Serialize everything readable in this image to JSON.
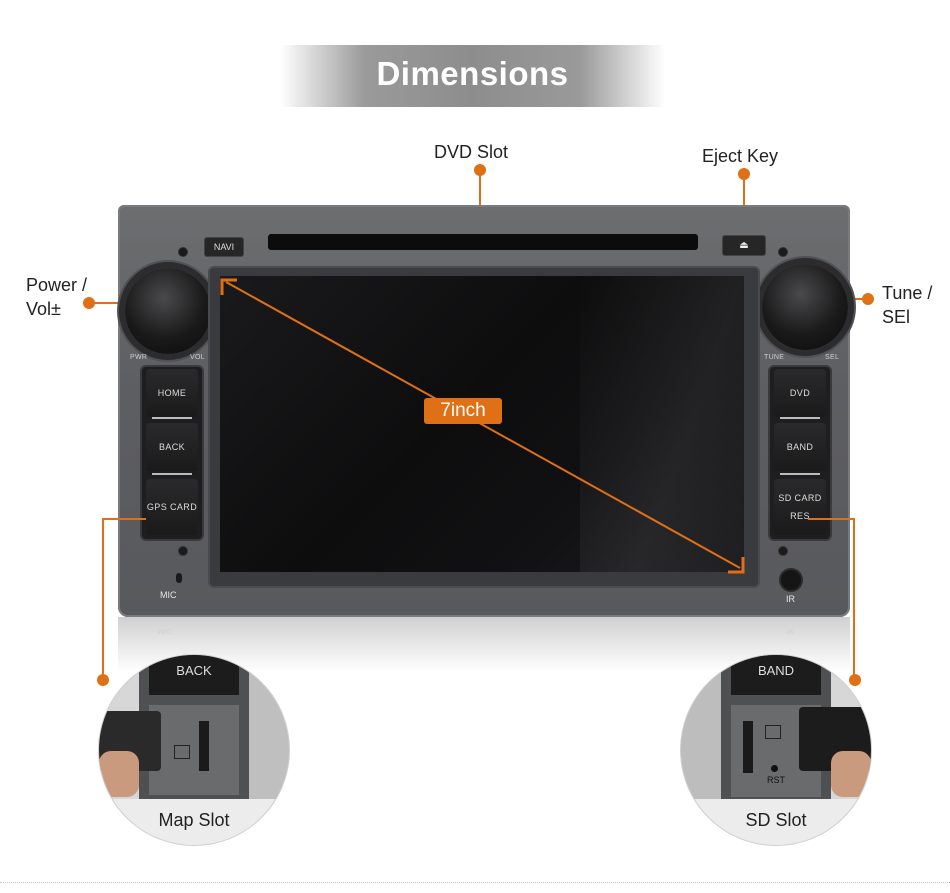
{
  "title": "Dimensions",
  "callouts": {
    "dvd_slot": "DVD Slot",
    "eject_key": "Eject Key",
    "power_vol_line1": "Power /",
    "power_vol_line2": "Vol±",
    "tune_sel_line1": "Tune /",
    "tune_sel_line2": "SEl",
    "screen_size": "7inch"
  },
  "unit": {
    "navi": "NAVI",
    "eject_symbol": "⏏",
    "left_knob_labels": [
      "PWR",
      "VOL"
    ],
    "right_knob_labels": [
      "TUNE",
      "SEL"
    ],
    "left_buttons": [
      "HOME",
      "BACK",
      "GPS CARD"
    ],
    "right_buttons": [
      "DVD",
      "BAND",
      "SD CARD"
    ],
    "res": "RES",
    "mic": "MIC",
    "ir": "IR",
    "reflection_left": "MIC",
    "reflection_right": "IR"
  },
  "zoom_left": {
    "button_text": "BACK",
    "caption": "Map Slot"
  },
  "zoom_right": {
    "button_text": "BAND",
    "caption": "SD Slot",
    "rst": "RST"
  },
  "colors": {
    "accent": "#e07016",
    "unit_gray": "#5d5e61"
  }
}
